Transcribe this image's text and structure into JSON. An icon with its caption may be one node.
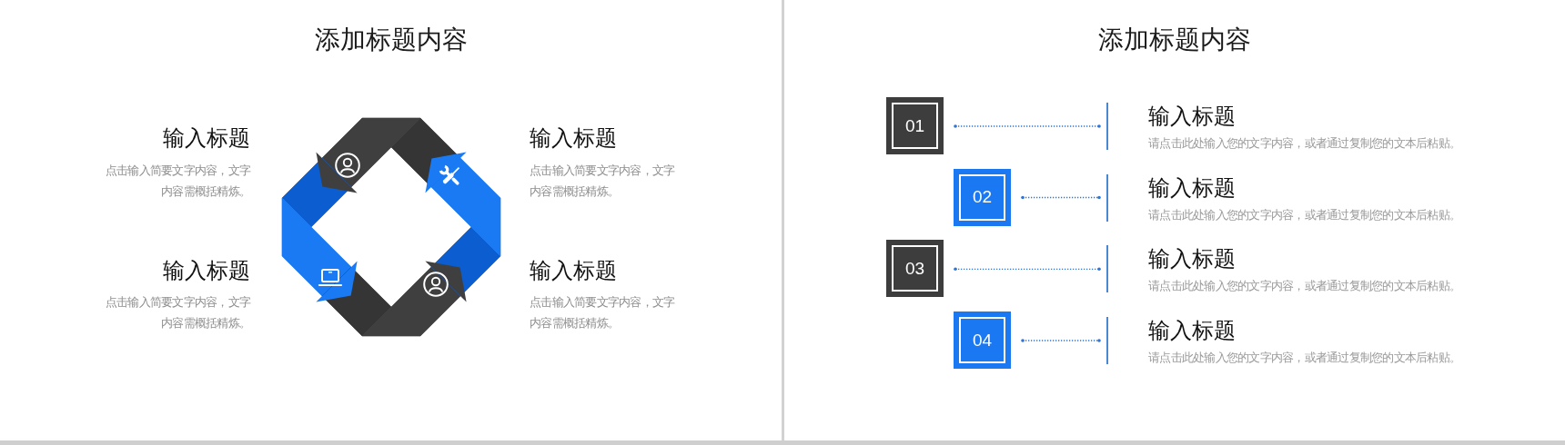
{
  "diagram": {
    "nodes": [
      {
        "text": [
          "01"
        ]
      },
      {
        "text": [
          "输入标题",
          "请点击此处输入您的文字内容，或者通过复制您的文本后粘贴。"
        ]
      },
      {
        "text": [
          "02"
        ]
      },
      {
        "text": [
          "输入标题",
          "请点击此处输入您的文字内容，或者通过复制您的文本后粘贴。"
        ]
      },
      {
        "text": [
          "03"
        ]
      },
      {
        "text": [
          "输入标题",
          "请点击此处输入您的文字内容，或者通过复制您的文本后粘贴。"
        ]
      },
      {
        "text": [
          "04"
        ]
      },
      {
        "text": [
          "输入标题",
          "请点击此处输入您的文字内容，或者通过复制您的文本后粘贴。"
        ]
      }
    ],
    "edges": [
      {
        "from": 0,
        "to": 1,
        "arrow": "other",
        "style": "dashed"
      },
      {
        "from": 2,
        "to": 3,
        "arrow": "other",
        "style": "dashed"
      },
      {
        "from": 4,
        "to": 5,
        "arrow": "other",
        "style": "dashed"
      },
      {
        "from": 6,
        "to": 7,
        "arrow": "other",
        "style": "dashed"
      }
    ],
    "labels": [
      "添加标题内容",
      "输入标题",
      "点击输入简要文字内容，文字内容需概括精炼。",
      "输入标题",
      "点击输入简要文字内容，文字内容需概括精炼。",
      "输入标题",
      "点击输入简要文字内容，文字内容需概括精炼。",
      "输入标题",
      "点击输入简要文字内容，文字内容需概括精炼。",
      "添加标题内容"
    ]
  }
}
